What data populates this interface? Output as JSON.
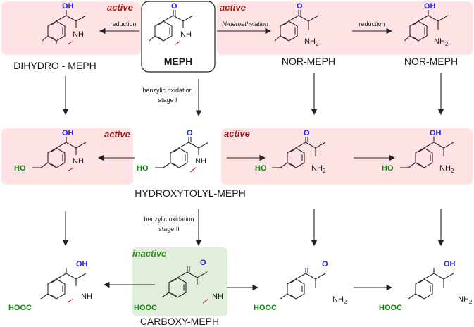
{
  "colors": {
    "active_box": "#fde3e3",
    "inactive_box": "#e0eedb",
    "active_text": "#9b1b1b",
    "inactive_text": "#2f8a1a",
    "oxygen": "#1a1aff",
    "green_group": "#0a8a0a",
    "methyl_red": "#e0202a"
  },
  "tags": {
    "active_1": "active",
    "active_2": "active",
    "active_3": "active",
    "active_4": "active",
    "inactive_1": "inactive"
  },
  "names": {
    "meph": "MEPH",
    "dihydro": "DIHYDRO - MEPH",
    "nor1": "NOR-MEPH",
    "nor2": "NOR-MEPH",
    "hydroxytolyl": "HYDROXYTOLYL-MEPH",
    "carboxy": "CARBOXY-MEPH"
  },
  "reactions": {
    "reduction_1": "reduction",
    "n_demethylation": "N-demethylation",
    "reduction_2": "reduction",
    "benzylic_1_line1": "benzylic oxidation",
    "benzylic_1_line2": "stage I",
    "benzylic_2_line1": "benzylic oxidation",
    "benzylic_2_line2": "stage II"
  },
  "atoms": {
    "oh": "OH",
    "o": "O",
    "nh": "NH",
    "nh2": "NH",
    "sub2": "2",
    "ho": "HO",
    "hooc": "HOOC"
  }
}
